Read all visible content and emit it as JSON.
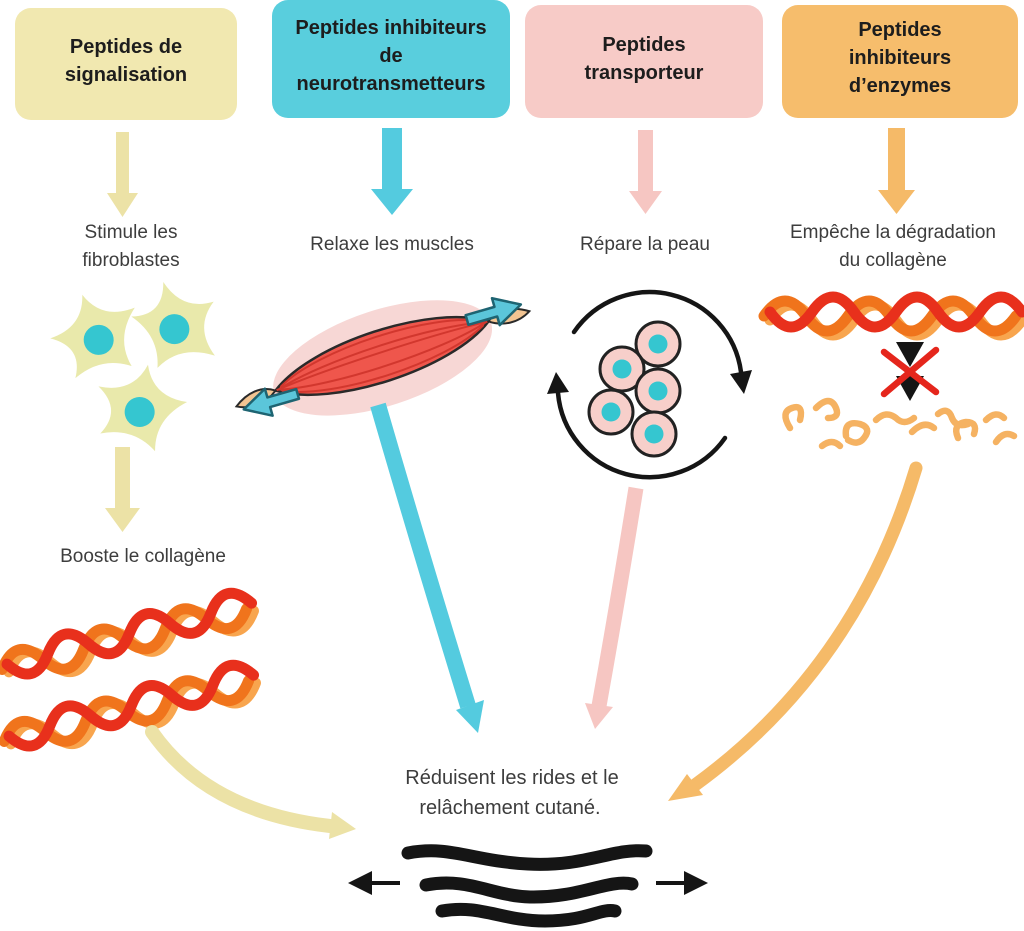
{
  "boxes": [
    {
      "id": "signalisation",
      "lines": [
        "Peptides de",
        "signalisation"
      ],
      "color": "#f1e8b0"
    },
    {
      "id": "neurotransmetteurs",
      "lines": [
        "Peptides inhibiteurs",
        "de",
        "neurotransmetteurs"
      ],
      "color": "#59cedd"
    },
    {
      "id": "transporteur",
      "lines": [
        "Peptides",
        "transporteur"
      ],
      "color": "#f7cbc7"
    },
    {
      "id": "enzymes",
      "lines": [
        "Peptides",
        "inhibiteurs",
        "d’enzymes"
      ],
      "color": "#f6bd6c"
    }
  ],
  "effects": {
    "signalisation": {
      "line1": "Stimule les",
      "line2": "fibroblastes"
    },
    "neurotransmetteurs": {
      "line1": "Relaxe les muscles"
    },
    "transporteur": {
      "line1": "Répare la peau"
    },
    "enzymes": {
      "line1": "Empêche la dégradation",
      "line2": "du collagène"
    }
  },
  "intermediate": {
    "booste": "Booste le collagène"
  },
  "conclusion": {
    "line1": "Réduisent les rides et le",
    "line2": "relâchement cutané."
  },
  "arrows": {
    "signalisation": "#ece2a6",
    "neurotransmetteurs": "#54cbdf",
    "transporteur": "#f6c6c2",
    "enzymes": "#f5ba68"
  },
  "icons": {
    "fibroblasts": "fibroblast-cells-icon",
    "muscle": "muscle-relax-icon",
    "skin_renewal": "skin-cell-renewal-icon",
    "collagen": "collagen-fibers-icon",
    "collagen_block": "collagen-degradation-blocked-icon",
    "wrinkles": "wrinkle-smoothing-icon"
  },
  "palette": {
    "collagen_red": "#e8301c",
    "collagen_orange": "#f0741c",
    "collagen_light": "#f8a54e",
    "nucleus_teal": "#35c6d0",
    "cell_pink": "#f7cfca",
    "fibroblast_body": "#e9e9ab",
    "muscle_red": "#ef564c",
    "tendon_tan": "#f2c492",
    "red_x": "#e5261c",
    "ink_black": "#151515"
  }
}
